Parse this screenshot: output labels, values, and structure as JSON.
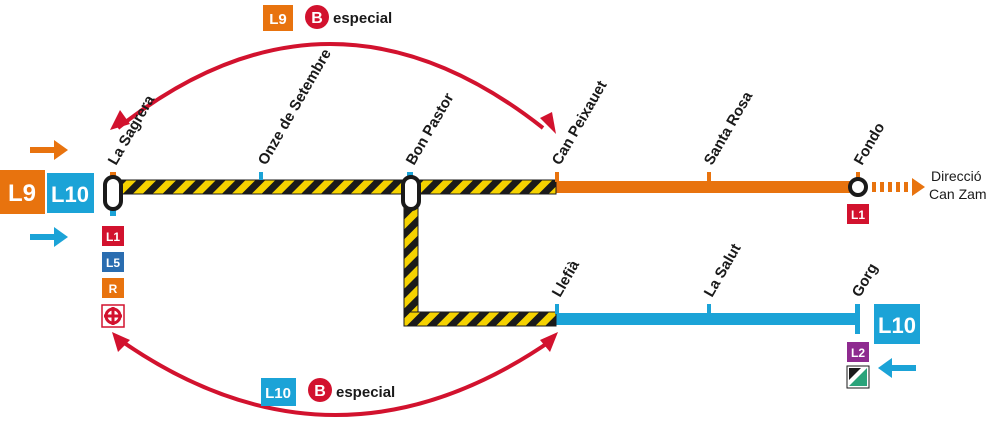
{
  "colors": {
    "l9": "#e8730e",
    "l10": "#1ba3d7",
    "l1": "#d2122e",
    "l5": "#2a6db0",
    "l2": "#8e2a8f",
    "r": "#e8730e",
    "bus": "#d2122e",
    "works_yellow": "#f5d200",
    "works_black": "#1a1a1a",
    "interchange": "#1a1a1a"
  },
  "legend_left": {
    "l9": "L9",
    "l10": "L10"
  },
  "service_top": {
    "line": "L9",
    "bus": "B",
    "label": "especial"
  },
  "service_bottom": {
    "line": "L10",
    "bus": "B",
    "label": "especial"
  },
  "stations_top": [
    {
      "id": "la-sagrera",
      "name": "La Sagrera"
    },
    {
      "id": "onze-de-setembre",
      "name": "Onze de Setembre"
    },
    {
      "id": "bon-pastor",
      "name": "Bon Pastor"
    },
    {
      "id": "can-peixauet",
      "name": "Can Peixauet"
    },
    {
      "id": "santa-rosa",
      "name": "Santa Rosa"
    },
    {
      "id": "fondo",
      "name": "Fondo"
    }
  ],
  "stations_bottom": [
    {
      "id": "llefia",
      "name": "Llefià"
    },
    {
      "id": "la-salut",
      "name": "La Salut"
    },
    {
      "id": "gorg",
      "name": "Gorg"
    }
  ],
  "connections_sagrera": [
    "L1",
    "L5",
    "R"
  ],
  "connection_fondo": "L1",
  "connection_gorg": "L2",
  "direction": {
    "line1": "Direcció",
    "line2": "Can Zam"
  },
  "terminal_l10": "L10",
  "icons": [
    "arrow-right-icon",
    "arrow-left-icon",
    "renfe-icon",
    "tram-icon",
    "bus-b-icon"
  ]
}
